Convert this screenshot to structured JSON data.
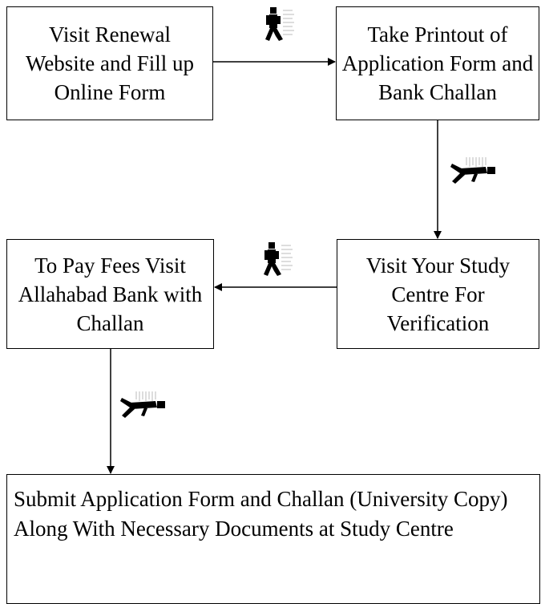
{
  "steps": [
    {
      "id": "visit-website",
      "text": "Visit Renewal Website and Fill up Online Form"
    },
    {
      "id": "take-printout",
      "text": "Take Printout of Application Form and Bank Challan"
    },
    {
      "id": "visit-study-centre",
      "text": "Visit Your Study Centre For Verification"
    },
    {
      "id": "pay-fees",
      "text": "To Pay Fees Visit Allahabad Bank with Challan"
    },
    {
      "id": "submit",
      "text": "Submit Application Form and Challan (University Copy) Along With Necessary Documents at Study Centre"
    }
  ],
  "connectors": [
    {
      "from": "visit-website",
      "to": "take-printout",
      "icon": "walking-person-icon"
    },
    {
      "from": "take-printout",
      "to": "visit-study-centre",
      "icon": "running-person-icon"
    },
    {
      "from": "visit-study-centre",
      "to": "pay-fees",
      "icon": "walking-person-icon"
    },
    {
      "from": "pay-fees",
      "to": "submit",
      "icon": "running-person-icon"
    }
  ]
}
